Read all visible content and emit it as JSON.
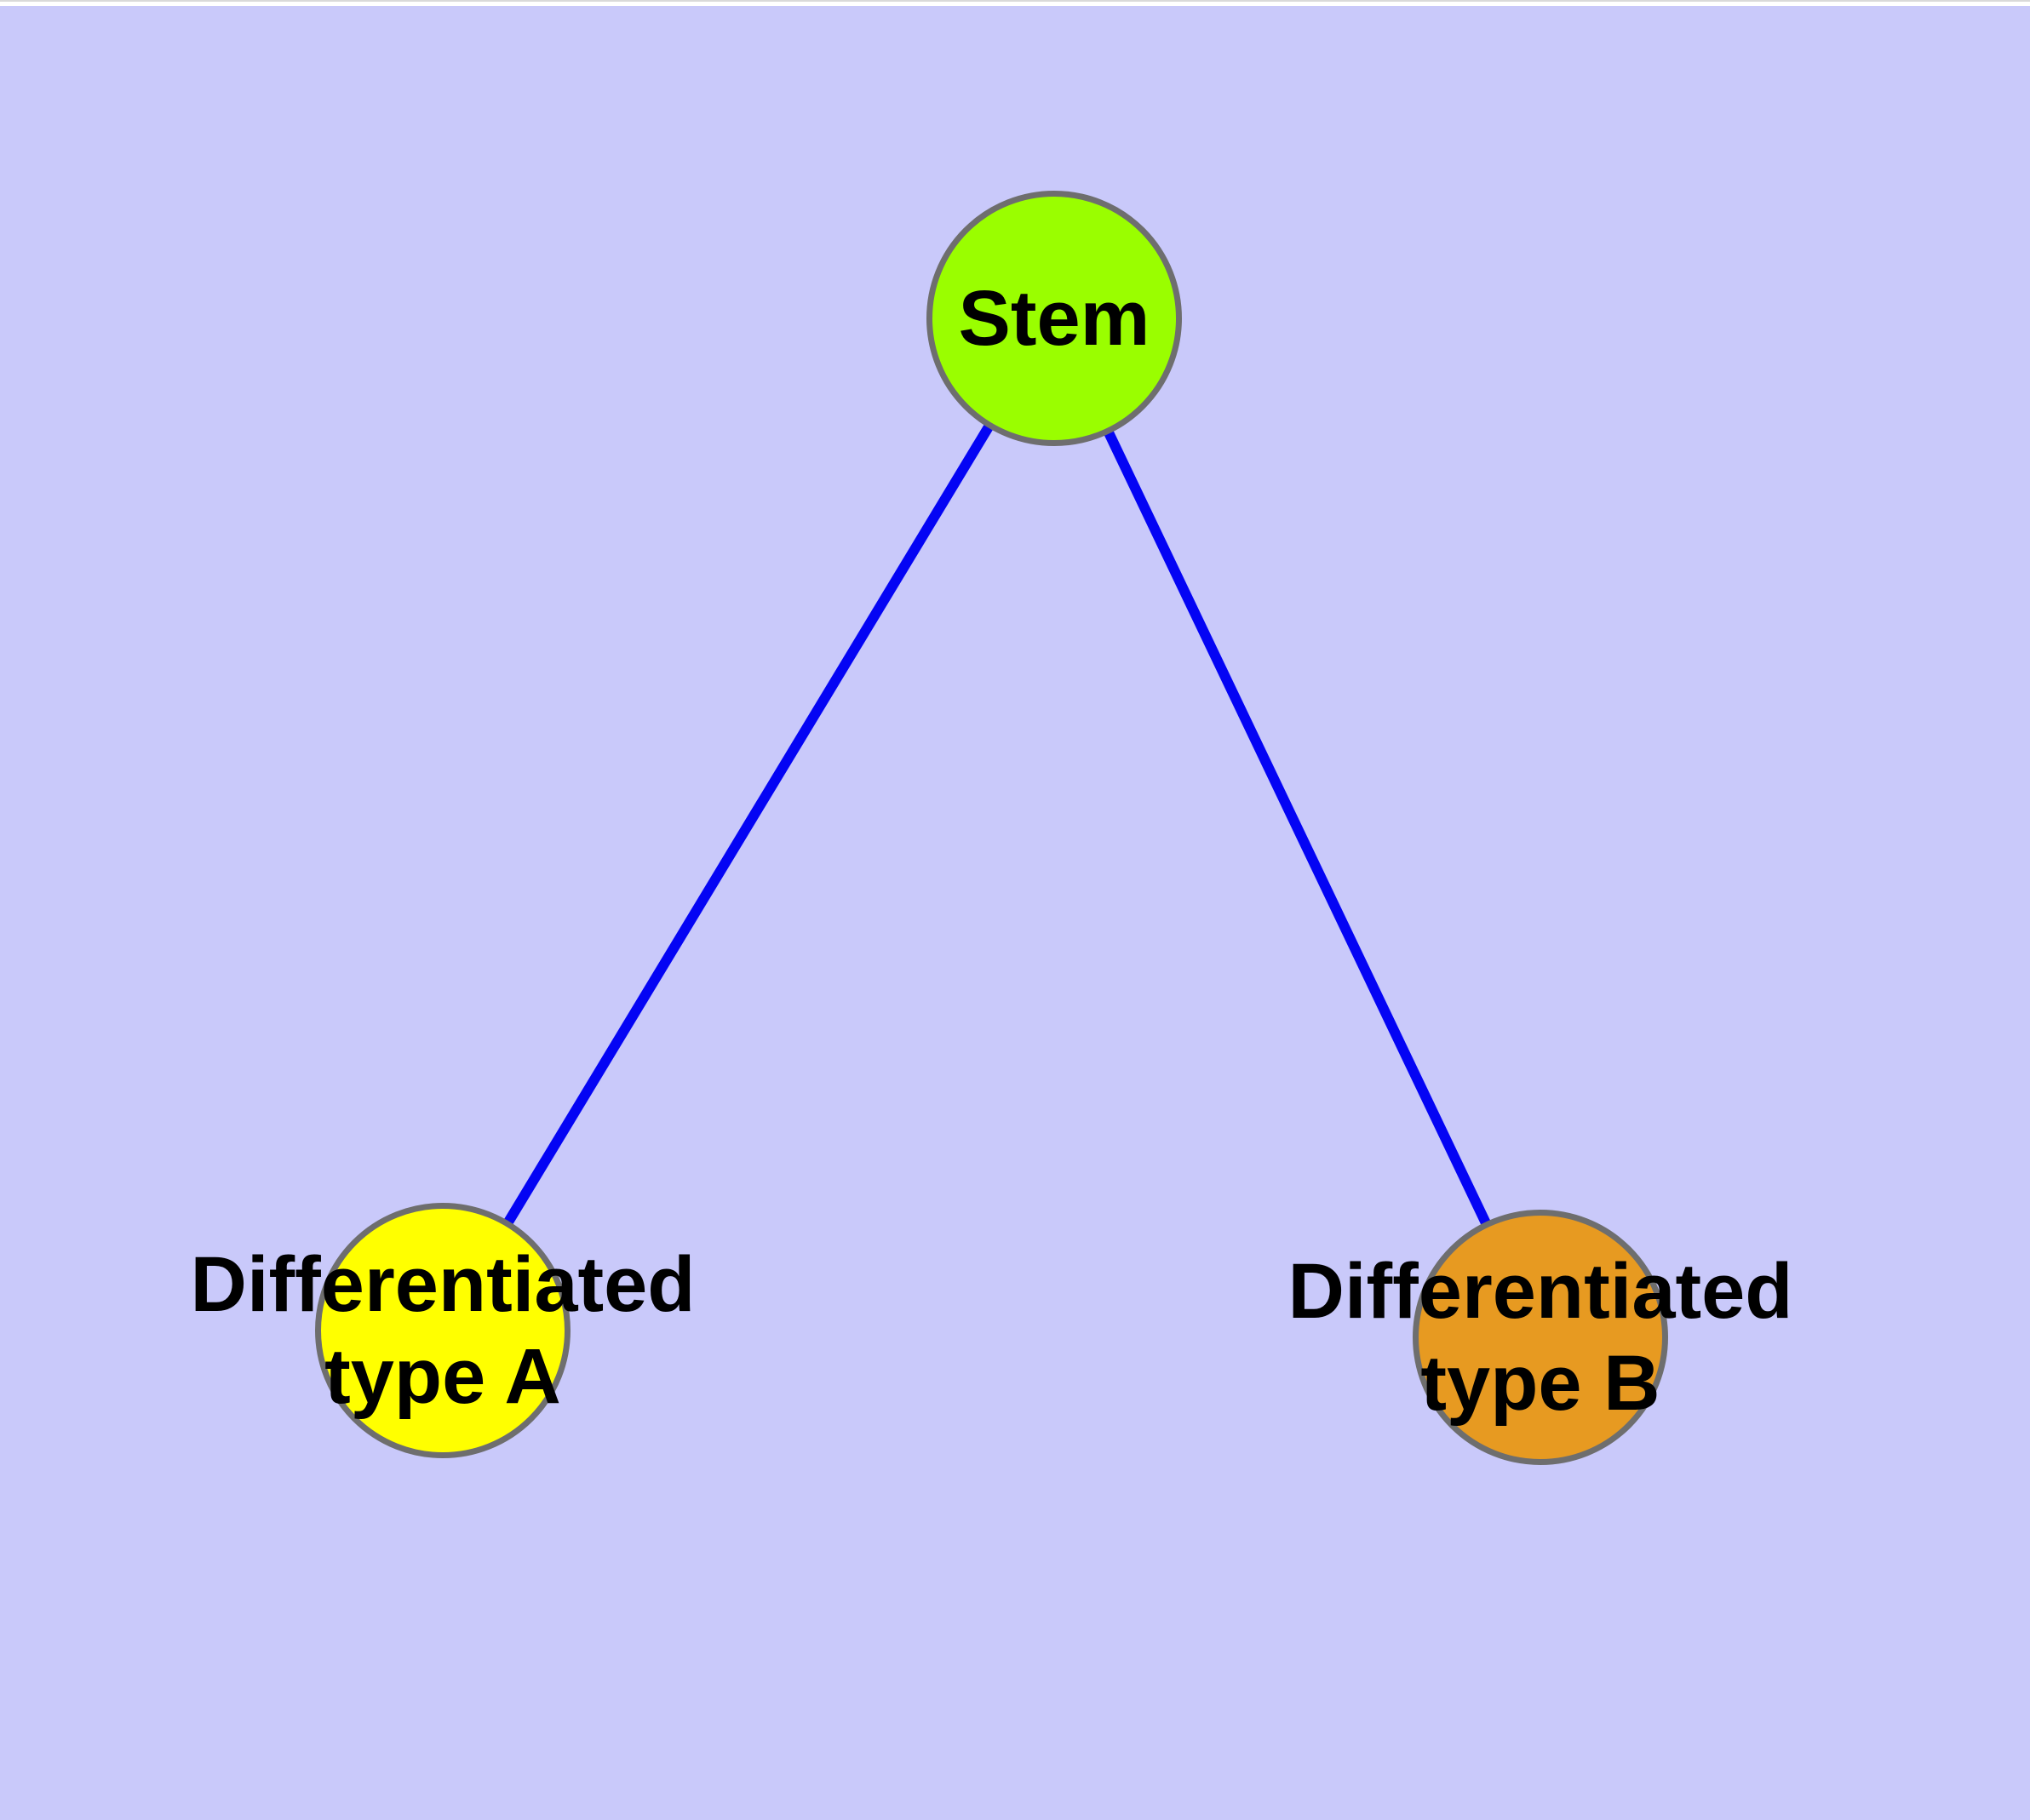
{
  "diagram": {
    "type": "node-link-graph",
    "colors": {
      "background": "#C9C9FA",
      "edge": "#0404F4",
      "node_border": "#6E6E6E",
      "label_text": "#000000"
    },
    "nodes": [
      {
        "id": "stem",
        "label": "Stem",
        "fill": "#9AFE00"
      },
      {
        "id": "differentiated-type-a",
        "label": "Differentiated type A",
        "label_line1": "Differentiated",
        "label_line2": "type A",
        "fill": "#FFFF00"
      },
      {
        "id": "differentiated-type-b",
        "label": "Differentiated type B",
        "label_line1": "Differentiated",
        "label_line2": "type B",
        "fill": "#E79A21"
      }
    ],
    "edges": [
      {
        "from": "Stem",
        "to": "Differentiated type A"
      },
      {
        "from": "Stem",
        "to": "Differentiated type B"
      }
    ]
  }
}
